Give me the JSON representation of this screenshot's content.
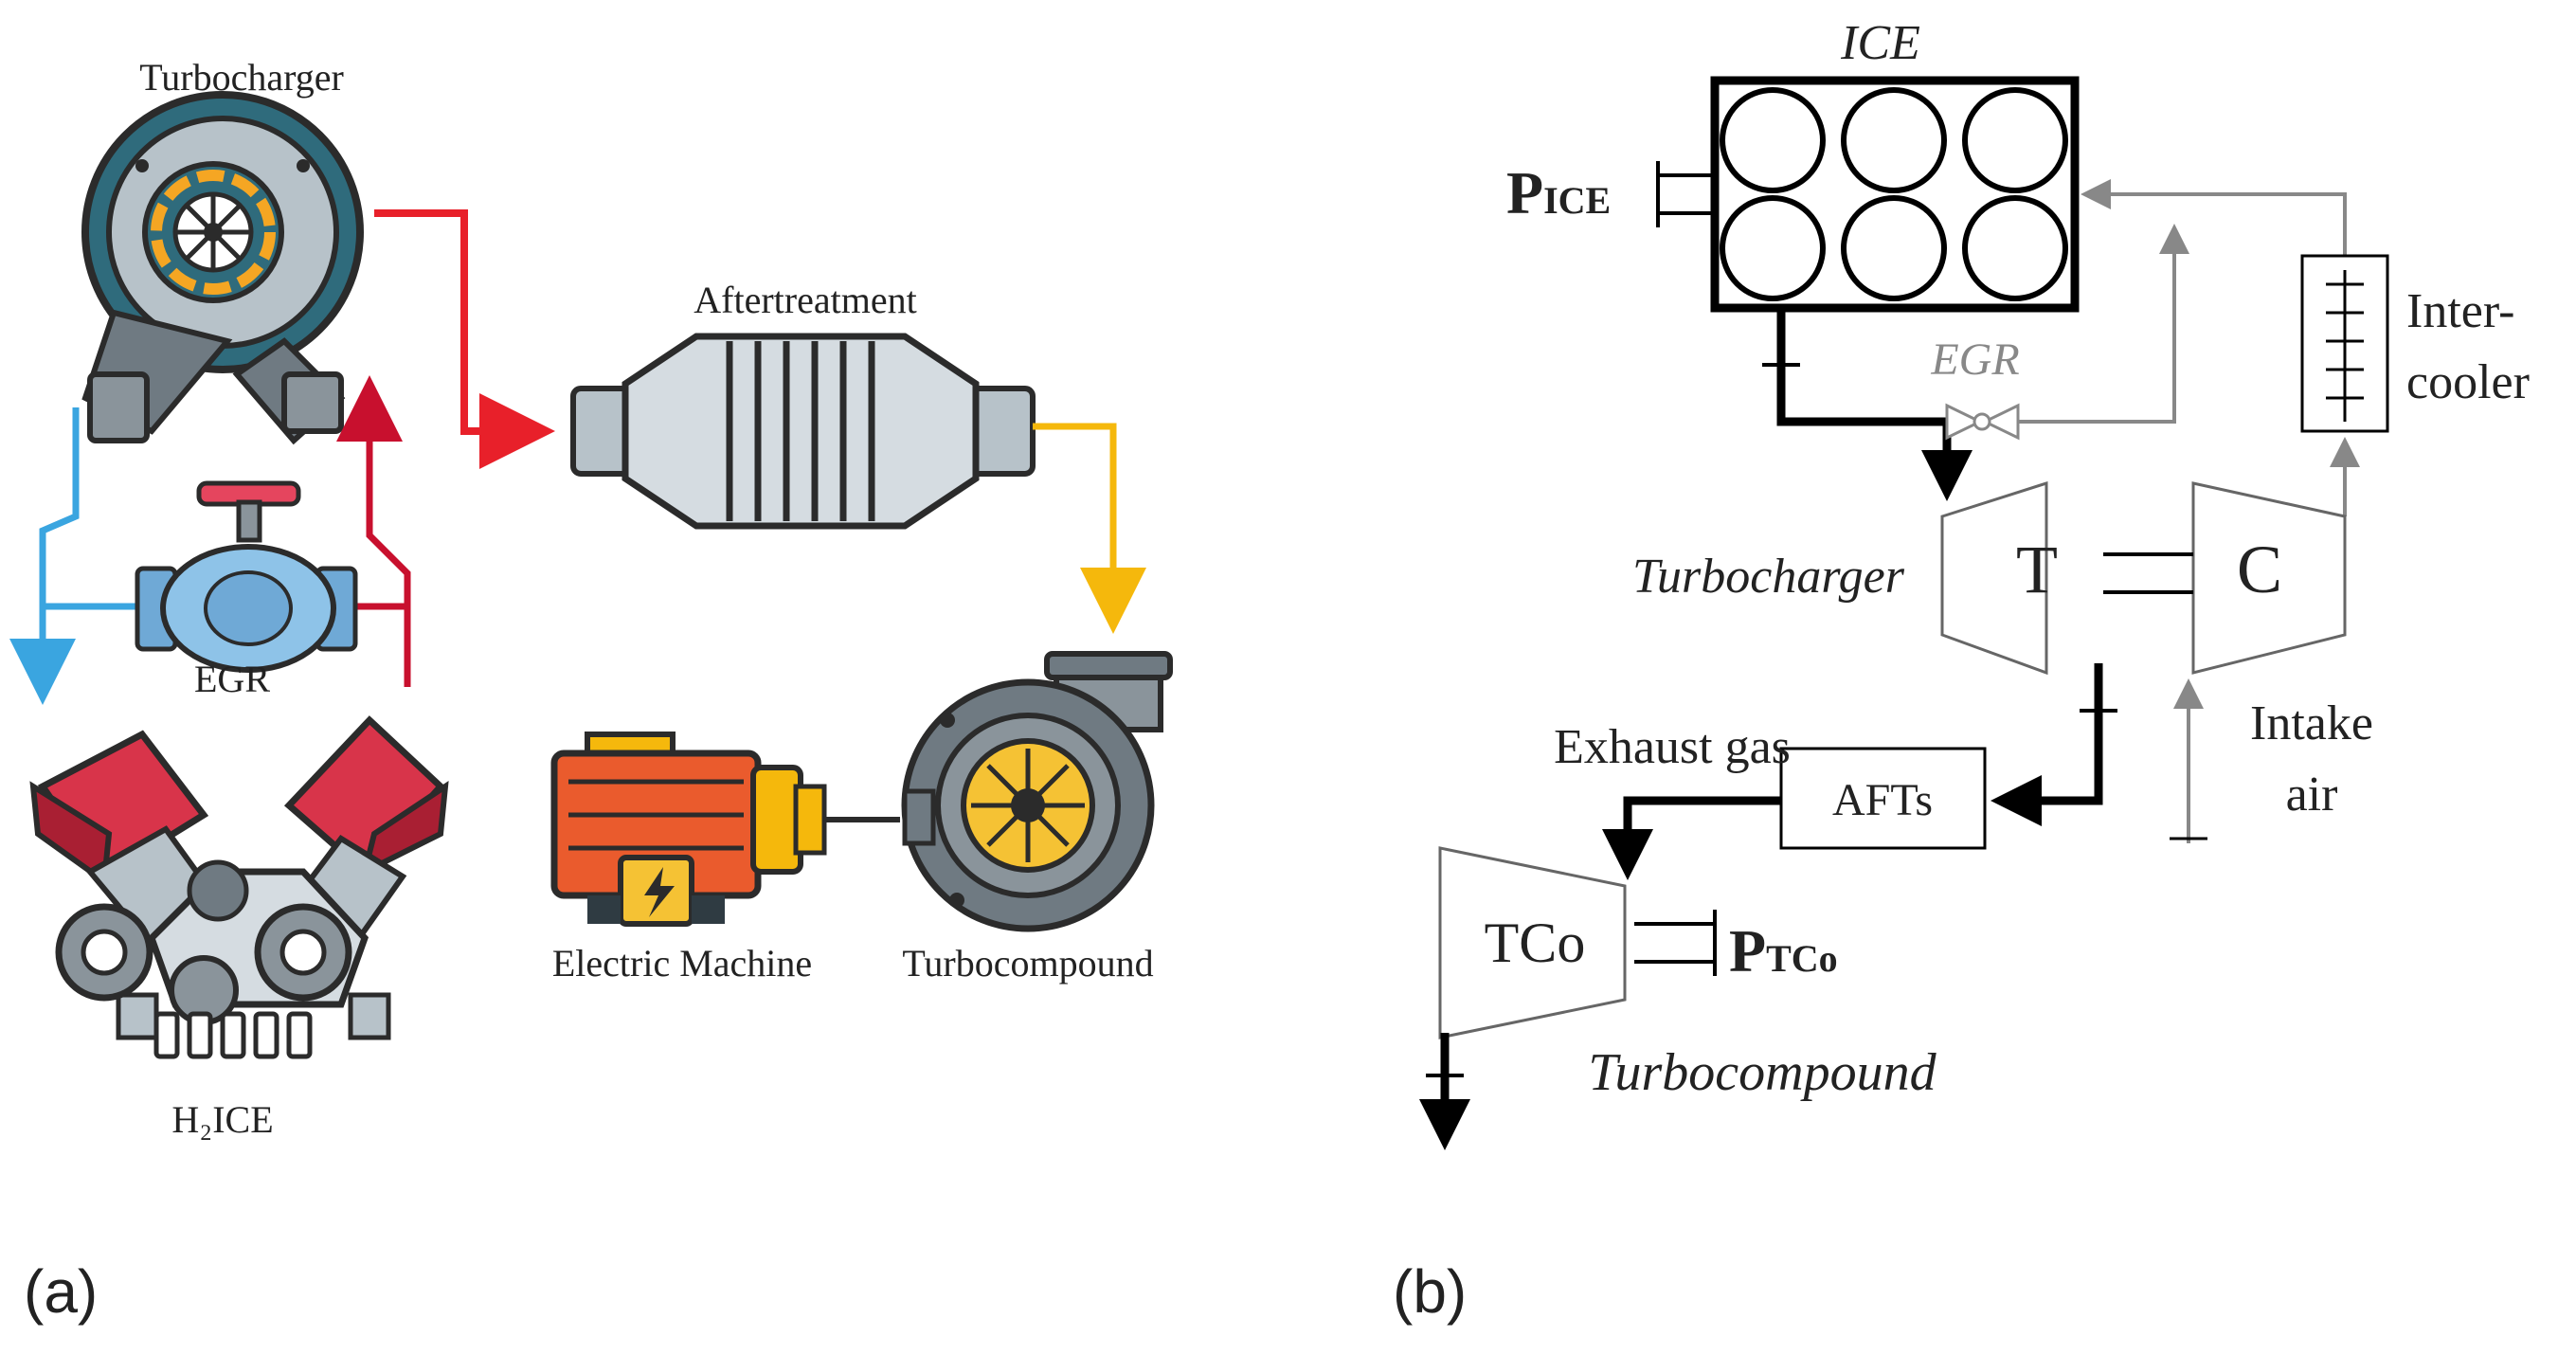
{
  "panel_a": {
    "label": "(a)",
    "turbocharger_label": "Turbocharger",
    "aftertreatment_label": "Aftertreatment",
    "egr_label": "EGR",
    "h2ice_label": "H₂ICE",
    "electric_machine_label": "Electric Machine",
    "turbocompound_label": "Turbocompound"
  },
  "panel_b": {
    "label": "(b)",
    "ice_label": "ICE",
    "p_ice_main": "P",
    "p_ice_sub": "ICE",
    "egr_label": "EGR",
    "intercooler_line1": "Inter-",
    "intercooler_line2": "cooler",
    "turbocharger_label": "Turbocharger",
    "turbine_letter": "T",
    "compressor_letter": "C",
    "intake_line1": "Intake",
    "intake_line2": "air",
    "exhaust_label": "Exhaust gas",
    "afts_label": "AFTs",
    "tco_label": "TCo",
    "p_tco_main": "P",
    "p_tco_sub": "TCo",
    "turbocompound_label": "Turbocompound"
  },
  "colors": {
    "hot_exhaust": "#e8202a",
    "egr_return": "#c8102e",
    "cool_flow": "#3aa5e0",
    "post_treatment": "#f5b80c",
    "thick_line": "#000000",
    "thin_line": "#888888"
  }
}
